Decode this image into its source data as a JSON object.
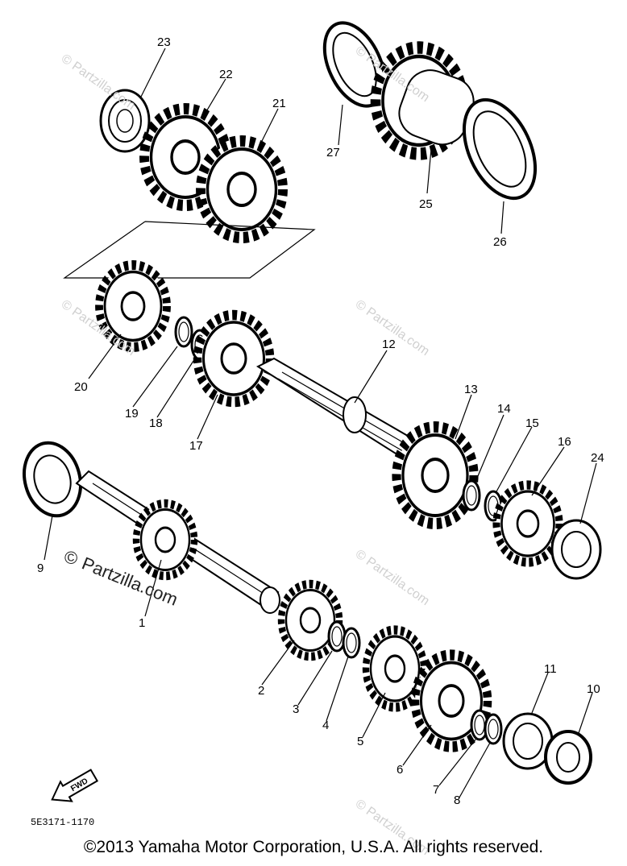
{
  "callouts": [
    "2",
    "3",
    "4",
    "5",
    "6",
    "7",
    "8",
    "9",
    "10",
    "11",
    "12",
    "13",
    "14",
    "15",
    "16",
    "17",
    "18",
    "19",
    "20",
    "21",
    "22",
    "23",
    "24",
    "25",
    "26",
    "27",
    "1"
  ],
  "watermark": {
    "small": "© Partzilla.com",
    "large_symbol": "©",
    "large_text": "Partzilla.com"
  },
  "fwd_label": "FWD",
  "diagram_code": "5E3171-1170",
  "copyright": "©2013 Yamaha Motor Corporation, U.S.A. All rights reserved."
}
